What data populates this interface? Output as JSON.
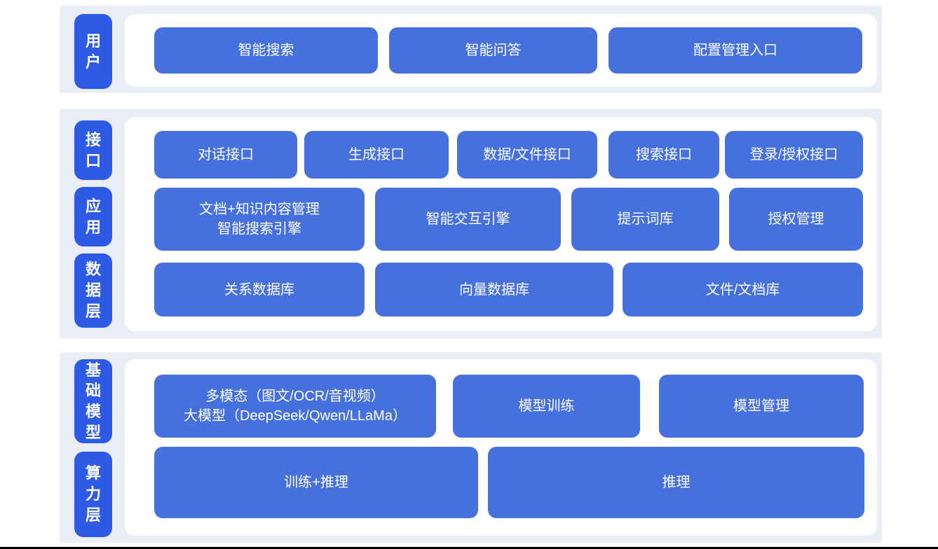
{
  "colors": {
    "panel_bg": "#e9eef6",
    "pill_blue": "#2e5be6",
    "box_blue": "#4671dd",
    "text_white": "#ffffff",
    "bottom_rule": "#000000"
  },
  "sections": [
    {
      "pills": [
        "用户"
      ],
      "rows": [
        [
          {
            "lines": [
              "智能搜索"
            ]
          },
          {
            "lines": [
              "智能问答"
            ]
          },
          {
            "lines": [
              "配置管理入口"
            ]
          }
        ]
      ]
    },
    {
      "pills": [
        "接口",
        "应用",
        "数据层"
      ],
      "rows": [
        [
          {
            "lines": [
              "对话接口"
            ]
          },
          {
            "lines": [
              "生成接口"
            ]
          },
          {
            "lines": [
              "数据/文件接口"
            ]
          },
          {
            "lines": [
              "搜索接口"
            ]
          },
          {
            "lines": [
              "登录/授权接口"
            ]
          }
        ],
        [
          {
            "lines": [
              "文档+知识内容管理",
              "智能搜索引擎"
            ]
          },
          {
            "lines": [
              "智能交互引擎"
            ]
          },
          {
            "lines": [
              "提示词库"
            ]
          },
          {
            "lines": [
              "授权管理"
            ]
          }
        ],
        [
          {
            "lines": [
              "关系数据库"
            ]
          },
          {
            "lines": [
              "向量数据库"
            ]
          },
          {
            "lines": [
              "文件/文档库"
            ]
          }
        ]
      ]
    },
    {
      "pills": [
        "基础模型",
        "算力层"
      ],
      "rows": [
        [
          {
            "lines": [
              "多模态（图文/OCR/音视频）",
              "大模型（DeepSeek/Qwen/LLaMa）"
            ]
          },
          {
            "lines": [
              "模型训练"
            ]
          },
          {
            "lines": [
              "模型管理"
            ]
          }
        ],
        [
          {
            "lines": [
              "训练+推理"
            ]
          },
          {
            "lines": [
              "推理"
            ]
          }
        ]
      ]
    }
  ]
}
